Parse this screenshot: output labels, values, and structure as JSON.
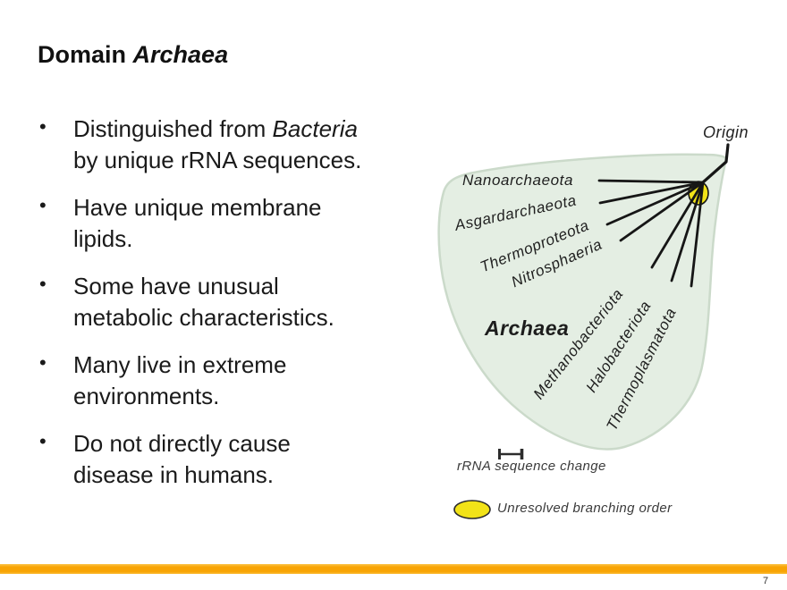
{
  "slide": {
    "title": {
      "pre": "Domain ",
      "em": "Archaea"
    },
    "bullets": {
      "b1": {
        "pre": "Distinguished from ",
        "em": "Bacteria",
        "post": " by unique rRNA sequences."
      },
      "b2": {
        "text": "Have unique membrane lipids."
      },
      "b3": {
        "text": "Some have unusual metabolic characteristics."
      },
      "b4": {
        "text": "Many live in extreme environments."
      },
      "b5": {
        "text": "Do not directly cause disease in humans."
      }
    },
    "page_number": "7",
    "accent_color": "#F8A405"
  },
  "figure": {
    "origin_label": "Origin",
    "domain_label": "Archaea",
    "taxa": {
      "nanoarchaeota": "Nanoarchaeota",
      "asgardarchaeota": "Asgardarchaeota",
      "thermoproteota": "Thermoproteota",
      "nitrosphaeria": "Nitrosphaeria",
      "methanobacteriota": "Methanobacteriota",
      "halobacteriota": "Halobacteriota",
      "thermoplasmatota": "Thermoplasmatota"
    },
    "legend": {
      "scale_label": "rRNA sequence change",
      "unresolved_label": "Unresolved branching order"
    },
    "colors": {
      "blob_fill": "#E4EEE3",
      "blob_edge": "#CBDACA",
      "branch_line": "#161616",
      "unresolved_node": "#F2E318"
    }
  }
}
